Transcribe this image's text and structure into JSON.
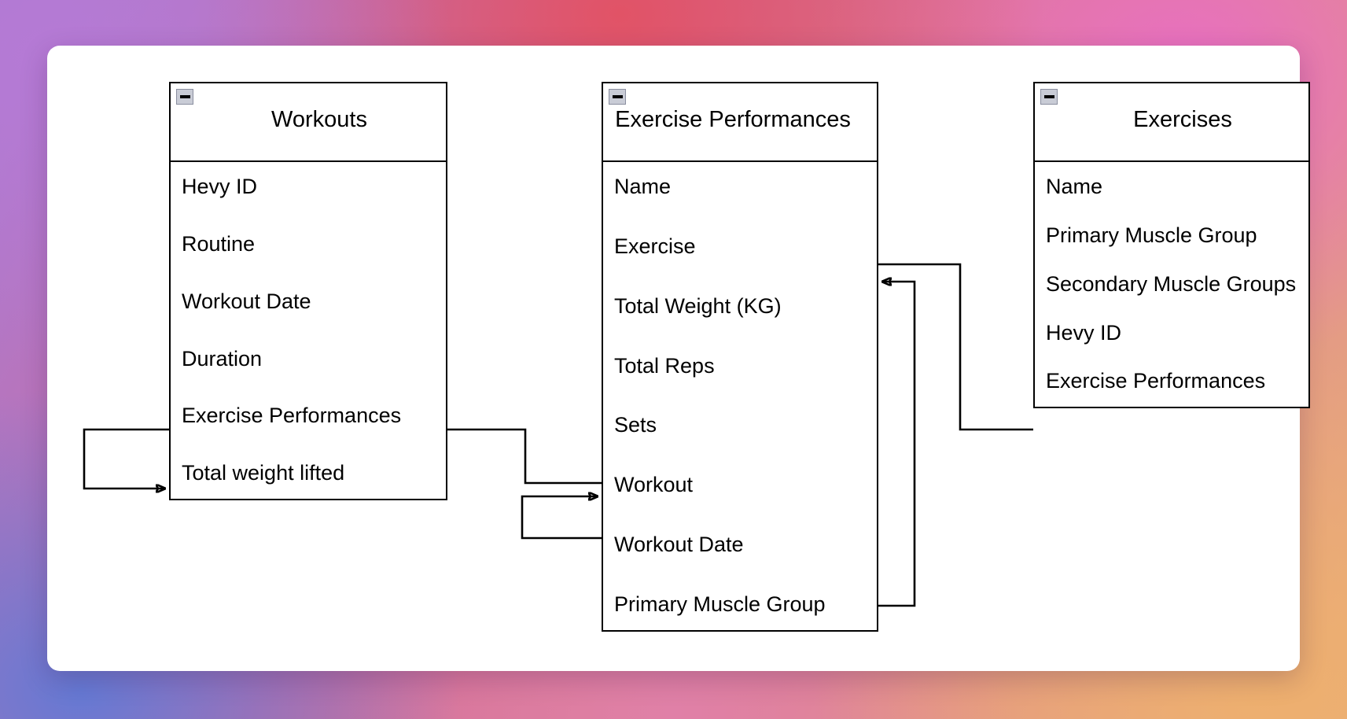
{
  "diagram": {
    "type": "entity-relationship-diagram",
    "background_gradient": {
      "purple": "#b67ad6",
      "red": "#e25264",
      "pink": "#e96ec4",
      "blue": "#607ad6",
      "orange": "#eeb06e"
    },
    "canvas_color": "#ffffff",
    "line_color": "#000000"
  },
  "collapse_icon": {
    "name": "collapse-icon",
    "glyph": "minus",
    "fill": "#c9ccd6",
    "border": "#8b8fa0"
  },
  "entities": [
    {
      "id": "workouts",
      "title": "Workouts",
      "fields": [
        "Hevy ID",
        "Routine",
        "Workout Date",
        "Duration",
        "Exercise Performances",
        "Total weight lifted"
      ]
    },
    {
      "id": "exercise-performances",
      "title": "Exercise Performances",
      "fields": [
        "Name",
        "Exercise",
        "Total Weight (KG)",
        "Total Reps",
        "Sets",
        "Workout",
        "Workout Date",
        "Primary Muscle Group"
      ]
    },
    {
      "id": "exercises",
      "title": "Exercises",
      "fields": [
        "Name",
        "Primary Muscle Group",
        "Secondary Muscle Groups",
        "Hevy ID",
        "Exercise Performances"
      ]
    }
  ],
  "relationships": [
    {
      "id": "workouts-self-loop",
      "from_entity": "workouts",
      "from_field": "Exercise Performances",
      "to_entity": "workouts",
      "to_field": "Total weight lifted",
      "arrow": "to"
    },
    {
      "id": "workouts-to-exercise-performances",
      "from_entity": "workouts",
      "from_field": "Exercise Performances",
      "to_entity": "exercise-performances",
      "to_field": "Workout",
      "arrow": "none"
    },
    {
      "id": "exercise-performances-self-loop",
      "from_entity": "exercise-performances",
      "from_field": "Workout Date",
      "to_entity": "exercise-performances",
      "to_field": "Workout",
      "arrow": "to"
    },
    {
      "id": "exercises-to-exercise-performances",
      "from_entity": "exercises",
      "from_field": "Exercise Performances",
      "to_entity": "exercise-performances",
      "to_field": "Exercise",
      "arrow": "none"
    },
    {
      "id": "exercise-performances-muscle-loop",
      "from_entity": "exercise-performances",
      "from_field": "Primary Muscle Group",
      "to_entity": "exercise-performances",
      "to_field": "Exercise",
      "arrow": "to"
    }
  ]
}
